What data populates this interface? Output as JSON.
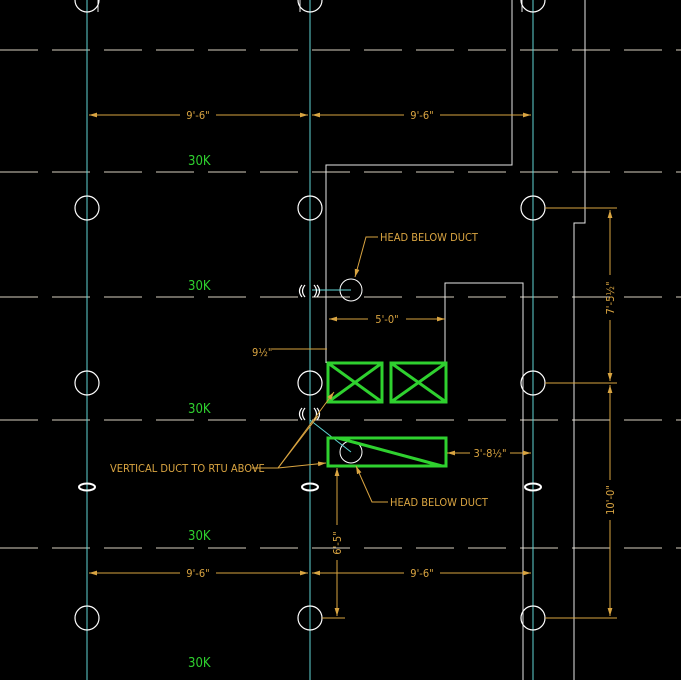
{
  "grid_labels": {
    "load": "30K"
  },
  "dimensions": {
    "top_left": "9'-6\"",
    "top_right": "9'-6\"",
    "bottom_left": "9'-6\"",
    "bottom_right": "9'-6\"",
    "duct_width": "5'-0\"",
    "offset_small": "9½\"",
    "duct_to_column": "3'-8½\"",
    "vertical_upper": "7'-5½\"",
    "vertical_lower": "10'-0\"",
    "duct_to_column_vertical": "6'-5\""
  },
  "notes": {
    "head_upper": "HEAD BELOW DUCT",
    "head_lower": "HEAD BELOW DUCT",
    "vertical_duct": "VERTICAL DUCT TO RTU ABOVE"
  },
  "colors": {
    "background": "#000000",
    "grid": "#5fd3d3",
    "dimension": "#d9a441",
    "duct": "#2fd12f",
    "outline": "#e6e6e6"
  }
}
